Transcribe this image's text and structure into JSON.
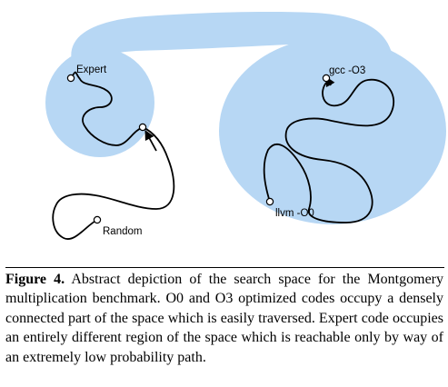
{
  "figure": {
    "nodes": {
      "expert": "Expert",
      "random": "Random",
      "gcc": "gcc -O3",
      "llvm": "llvm -O0"
    },
    "colors": {
      "region_fill": "#b7d7f4",
      "path_stroke": "#000000"
    }
  },
  "caption": {
    "label": "Figure 4.",
    "text": "Abstract depiction of the search space for the Montgomery multiplication benchmark. O0 and O3 optimized codes occupy a densely connected part of the space which is easily traversed. Expert code occupies an entirely different region of the space which is reachable only by way of an extremely low probability path."
  }
}
